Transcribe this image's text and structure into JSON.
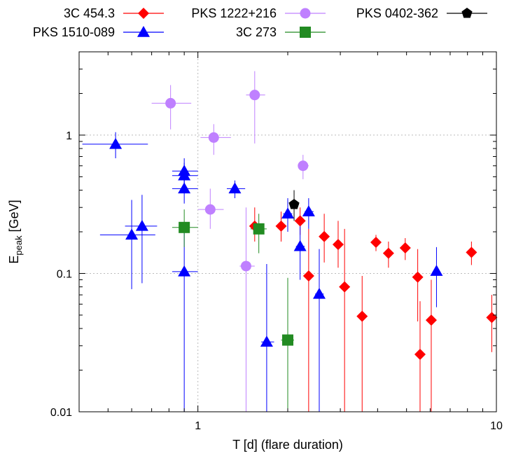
{
  "chart_data": {
    "type": "scatter",
    "xlabel": "T [d] (flare duration)",
    "ylabel_main": "E",
    "ylabel_sub": "peak",
    "ylabel_unit": " [GeV]",
    "x_scale": "log",
    "y_scale": "log",
    "xlim": [
      0.4,
      10
    ],
    "ylim": [
      0.01,
      4
    ],
    "x_ticks": [
      {
        "value": 1,
        "label": "1"
      },
      {
        "value": 10,
        "label": "10"
      }
    ],
    "y_ticks": [
      {
        "value": 0.01,
        "label": "0.01"
      },
      {
        "value": 0.1,
        "label": "0.1"
      },
      {
        "value": 1,
        "label": "1"
      }
    ],
    "grid": "dotted at x=1, y=0.1, y=1",
    "legend_position": "top, outside plot",
    "series": [
      {
        "name": "3C 454.3",
        "color": "#ff0000",
        "marker": "diamond",
        "points": [
          {
            "x": 1.55,
            "y": 0.22,
            "ylo": 0.17,
            "yhi": 0.3
          },
          {
            "x": 1.9,
            "y": 0.22,
            "ylo": 0.17,
            "yhi": 0.28
          },
          {
            "x": 2.2,
            "y": 0.24,
            "ylo": 0.19,
            "yhi": 0.3
          },
          {
            "x": 2.35,
            "y": 0.096,
            "ylo": 0.01,
            "yhi": 0.21
          },
          {
            "x": 2.65,
            "y": 0.185,
            "ylo": 0.12,
            "yhi": 0.27
          },
          {
            "x": 2.95,
            "y": 0.162,
            "ylo": 0.11,
            "yhi": 0.24
          },
          {
            "x": 3.1,
            "y": 0.08,
            "ylo": 0.01,
            "yhi": 0.21
          },
          {
            "x": 3.55,
            "y": 0.049,
            "ylo": 0.01,
            "yhi": 0.096
          },
          {
            "x": 3.95,
            "y": 0.168,
            "ylo": 0.145,
            "yhi": 0.19
          },
          {
            "x": 4.35,
            "y": 0.14,
            "ylo": 0.11,
            "yhi": 0.17
          },
          {
            "x": 4.95,
            "y": 0.153,
            "ylo": 0.125,
            "yhi": 0.18
          },
          {
            "x": 5.45,
            "y": 0.094,
            "ylo": 0.045,
            "yhi": 0.15
          },
          {
            "x": 5.55,
            "y": 0.026,
            "ylo": 0.01,
            "yhi": 0.063
          },
          {
            "x": 6.05,
            "y": 0.046,
            "ylo": 0.01,
            "yhi": 0.09
          },
          {
            "x": 8.25,
            "y": 0.142,
            "ylo": 0.115,
            "yhi": 0.17
          },
          {
            "x": 9.65,
            "y": 0.048,
            "ylo": 0.027,
            "yhi": 0.07
          }
        ]
      },
      {
        "name": "PKS 1510-089",
        "color": "#0000ff",
        "marker": "triangle",
        "points": [
          {
            "x": 0.53,
            "y": 0.86,
            "xlo": 0.41,
            "xhi": 0.68,
            "ylo": 0.68,
            "yhi": 1.05
          },
          {
            "x": 0.6,
            "y": 0.19,
            "xlo": 0.47,
            "xhi": 0.72,
            "ylo": 0.077,
            "yhi": 0.34
          },
          {
            "x": 0.65,
            "y": 0.22,
            "xlo": 0.57,
            "xhi": 0.73,
            "ylo": 0.085,
            "yhi": 0.37
          },
          {
            "x": 0.9,
            "y": 0.55,
            "xlo": 0.82,
            "xhi": 1.0,
            "ylo": 0.44,
            "yhi": 0.68
          },
          {
            "x": 0.9,
            "y": 0.51,
            "xlo": 0.82,
            "xhi": 1.0,
            "ylo": 0.4,
            "yhi": 0.63
          },
          {
            "x": 0.9,
            "y": 0.41,
            "xlo": 0.82,
            "xhi": 1.0,
            "ylo": 0.32,
            "yhi": 0.52
          },
          {
            "x": 0.9,
            "y": 0.103,
            "xlo": 0.82,
            "xhi": 1.0,
            "ylo": 0.01,
            "yhi": 0.2
          },
          {
            "x": 1.33,
            "y": 0.41,
            "xlo": 1.25,
            "xhi": 1.44,
            "ylo": 0.35,
            "yhi": 0.47
          },
          {
            "x": 1.7,
            "y": 0.032,
            "xlo": 1.63,
            "xhi": 1.8,
            "ylo": 0.01,
            "yhi": 0.117
          },
          {
            "x": 2.0,
            "y": 0.27,
            "xlo": 1.93,
            "xhi": 2.07,
            "ylo": 0.2,
            "yhi": 0.35
          },
          {
            "x": 2.2,
            "y": 0.157,
            "xlo": 2.13,
            "xhi": 2.28,
            "ylo": 0.09,
            "yhi": 0.23
          },
          {
            "x": 2.35,
            "y": 0.28,
            "xlo": 2.28,
            "xhi": 2.44,
            "ylo": 0.21,
            "yhi": 0.35
          },
          {
            "x": 2.55,
            "y": 0.071,
            "xlo": 2.47,
            "xhi": 2.64,
            "ylo": 0.01,
            "yhi": 0.15
          },
          {
            "x": 6.3,
            "y": 0.104,
            "ylo": 0.057,
            "yhi": 0.155
          }
        ]
      },
      {
        "name": "PKS 1222+216",
        "color": "#bf80ff",
        "marker": "circle",
        "points": [
          {
            "x": 0.81,
            "y": 1.7,
            "xlo": 0.7,
            "xhi": 0.95,
            "ylo": 1.1,
            "yhi": 2.3
          },
          {
            "x": 1.1,
            "y": 0.29,
            "xlo": 1.0,
            "xhi": 1.22,
            "ylo": 0.21,
            "yhi": 0.41
          },
          {
            "x": 1.13,
            "y": 0.96,
            "xlo": 1.02,
            "xhi": 1.29,
            "ylo": 0.72,
            "yhi": 1.2
          },
          {
            "x": 1.45,
            "y": 0.113,
            "xlo": 1.38,
            "xhi": 1.55,
            "ylo": 0.01,
            "yhi": 0.3
          },
          {
            "x": 1.55,
            "y": 1.95,
            "xlo": 1.45,
            "xhi": 1.68,
            "ylo": 0.87,
            "yhi": 2.9
          },
          {
            "x": 2.25,
            "y": 0.6,
            "xlo": 2.17,
            "xhi": 2.35,
            "ylo": 0.48,
            "yhi": 0.72
          }
        ]
      },
      {
        "name": "3C 273",
        "color": "#228b22",
        "marker": "square",
        "points": [
          {
            "x": 0.9,
            "y": 0.215,
            "xlo": 0.82,
            "xhi": 1.0,
            "ylo": 0.155,
            "yhi": 0.29
          },
          {
            "x": 1.6,
            "y": 0.21,
            "xlo": 1.5,
            "xhi": 1.7,
            "ylo": 0.14,
            "yhi": 0.27
          },
          {
            "x": 2.0,
            "y": 0.033,
            "xlo": 1.9,
            "xhi": 2.1,
            "ylo": 0.01,
            "yhi": 0.093
          }
        ]
      },
      {
        "name": "PKS 0402-362",
        "color": "#000000",
        "marker": "pentagon",
        "points": [
          {
            "x": 2.1,
            "y": 0.315,
            "xlo": 2.03,
            "xhi": 2.18,
            "ylo": 0.24,
            "yhi": 0.4
          }
        ]
      }
    ]
  }
}
